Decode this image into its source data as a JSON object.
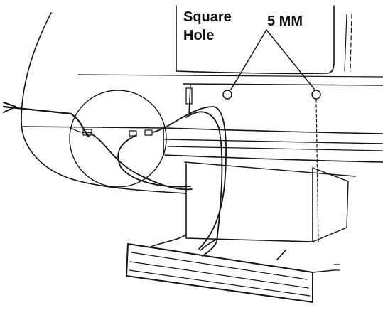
{
  "labels": {
    "square_hole_line1": "Square",
    "square_hole_line2": "Hole",
    "screw_size": "5 MM"
  },
  "colors": {
    "ink": "#151515",
    "paper": "#ffffff"
  }
}
